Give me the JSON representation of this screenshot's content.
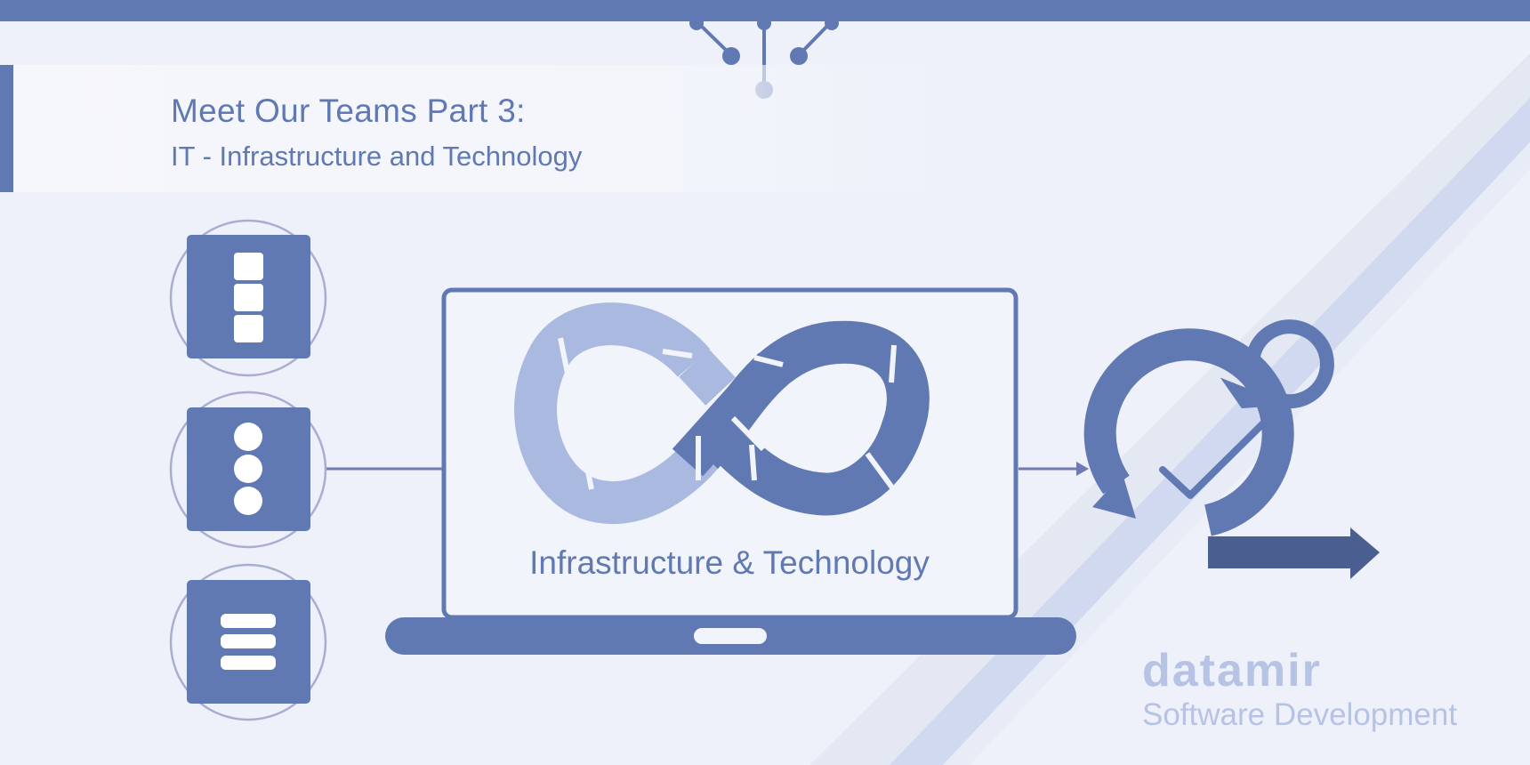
{
  "header": {
    "title": "Meet Our Teams Part 3:",
    "subtitle": "IT - Infrastructure and Technology"
  },
  "laptop": {
    "label": "Infrastructure & Technology",
    "logo_icon": "infinity-loop-icon"
  },
  "side_icons": [
    "database-stack-icon",
    "dots-vertical-icon",
    "menu-lines-icon"
  ],
  "process_icon": "agile-cycle-icon",
  "brand": {
    "name": "datamir",
    "tagline": "Software Development"
  },
  "colors": {
    "primary": "#6079b2",
    "light": "#aab9e0",
    "dark": "#4a5f8f",
    "background": "#eef1fa",
    "brand_text": "#b7c3e4",
    "ring": "#a8aed0"
  }
}
